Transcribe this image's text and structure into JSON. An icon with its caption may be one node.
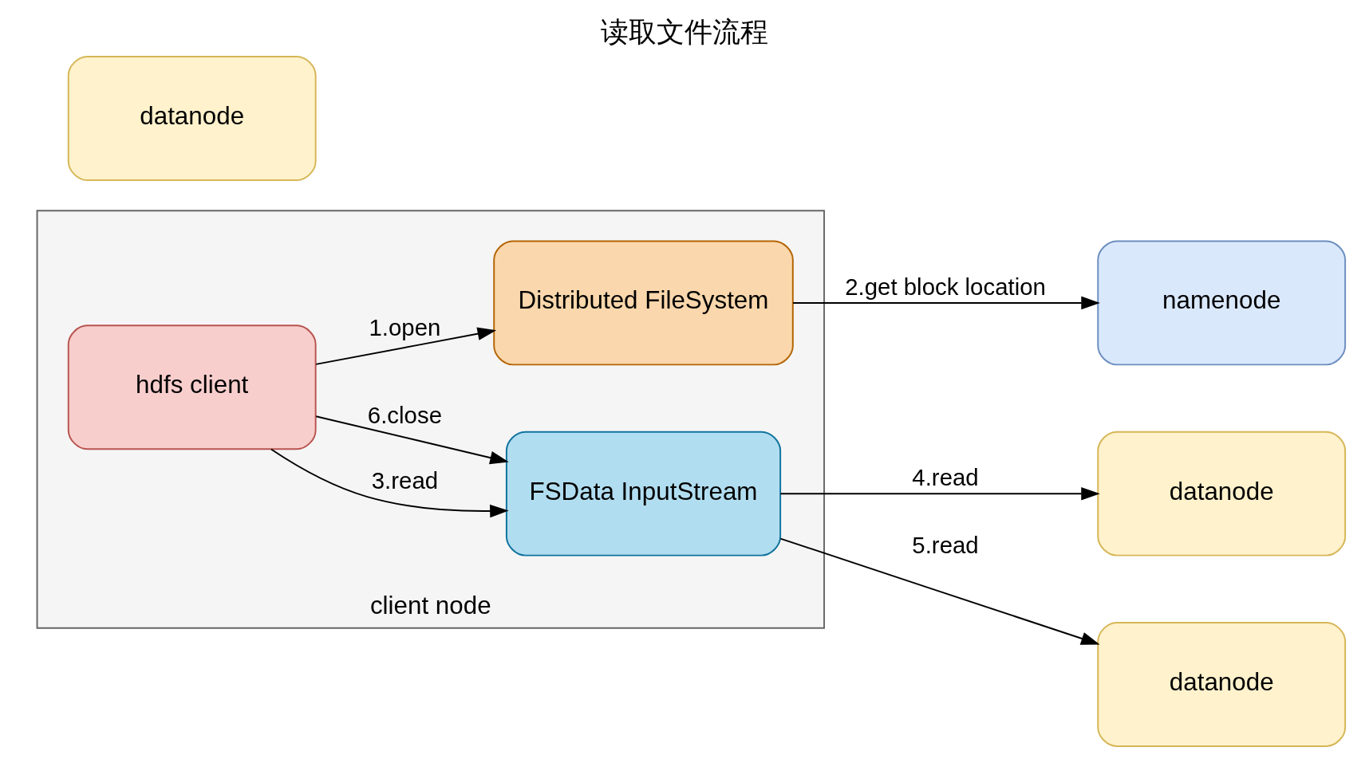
{
  "diagram": {
    "title": "读取文件流程",
    "nodes": [
      {
        "text": [
          "client node"
        ]
      },
      {
        "text": [
          "Distributed FileSystem"
        ],
        "in": 0
      },
      {
        "text": [
          "hdfs client"
        ],
        "in": 0
      },
      {
        "text": [
          "FSData InputStream"
        ],
        "in": 0
      },
      {
        "text": [
          "namenode"
        ]
      },
      {
        "text": [
          "datanode"
        ]
      },
      {
        "text": [
          "datanode"
        ]
      },
      {
        "text": [
          "datanode"
        ]
      }
    ],
    "edges": [
      {
        "from": 2,
        "to": 1,
        "arrow": "to",
        "label": "1.open"
      },
      {
        "from": 1,
        "to": 4,
        "arrow": "to",
        "label": "2.get block location"
      },
      {
        "from": 2,
        "to": 3,
        "arrow": "to",
        "label": "3.read"
      },
      {
        "from": 3,
        "to": 5,
        "arrow": "to",
        "label": "4.read"
      },
      {
        "from": 3,
        "to": 7,
        "arrow": "to",
        "label": "5.read"
      },
      {
        "from": 2,
        "to": 3,
        "arrow": "to",
        "label": "6.close"
      }
    ]
  }
}
